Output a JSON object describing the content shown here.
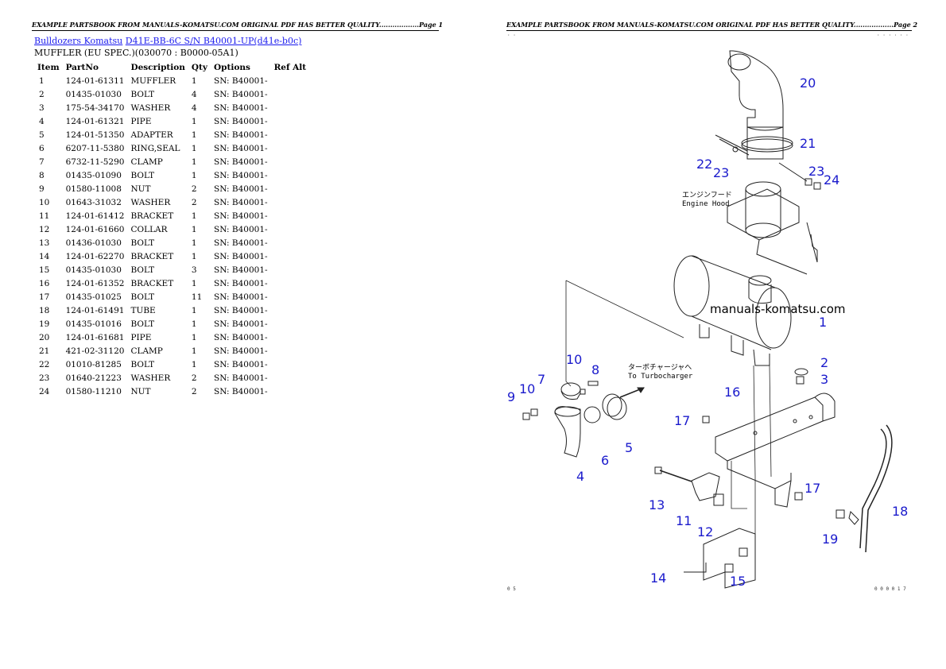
{
  "header": {
    "page1": "EXAMPLE PARTSBOOK FROM MANUALS-KOMATSU.COM ORIGINAL PDF HAS BETTER QUALITY..................Page 1",
    "page2": "EXAMPLE PARTSBOOK FROM MANUALS-KOMATSU.COM ORIGINAL PDF HAS BETTER QUALITY..................Page 2"
  },
  "breadcrumb": {
    "link1": "Bulldozers Komatsu",
    "link2": "D41E-BB-6C S/N B40001-UP(d41e-b0c)"
  },
  "subtitle": "MUFFLER (EU SPEC.)(030070 : B0000-05A1)",
  "table": {
    "columns": [
      "Item",
      "PartNo",
      "Description",
      "Qty",
      "Options",
      "Ref Alt"
    ],
    "rows": [
      [
        "1",
        "124-01-61311",
        "MUFFLER",
        "1",
        "SN: B40001-",
        ""
      ],
      [
        "2",
        "01435-01030",
        "BOLT",
        "4",
        "SN: B40001-",
        ""
      ],
      [
        "3",
        "175-54-34170",
        "WASHER",
        "4",
        "SN: B40001-",
        ""
      ],
      [
        "4",
        "124-01-61321",
        "PIPE",
        "1",
        "SN: B40001-",
        ""
      ],
      [
        "5",
        "124-01-51350",
        "ADAPTER",
        "1",
        "SN: B40001-",
        ""
      ],
      [
        "6",
        "6207-11-5380",
        "RING,SEAL",
        "1",
        "SN: B40001-",
        ""
      ],
      [
        "7",
        "6732-11-5290",
        "CLAMP",
        "1",
        "SN: B40001-",
        ""
      ],
      [
        "8",
        "01435-01090",
        "BOLT",
        "1",
        "SN: B40001-",
        ""
      ],
      [
        "9",
        "01580-11008",
        "NUT",
        "2",
        "SN: B40001-",
        ""
      ],
      [
        "10",
        "01643-31032",
        "WASHER",
        "2",
        "SN: B40001-",
        ""
      ],
      [
        "11",
        "124-01-61412",
        "BRACKET",
        "1",
        "SN: B40001-",
        ""
      ],
      [
        "12",
        "124-01-61660",
        "COLLAR",
        "1",
        "SN: B40001-",
        ""
      ],
      [
        "13",
        "01436-01030",
        "BOLT",
        "1",
        "SN: B40001-",
        ""
      ],
      [
        "14",
        "124-01-62270",
        "BRACKET",
        "1",
        "SN: B40001-",
        ""
      ],
      [
        "15",
        "01435-01030",
        "BOLT",
        "3",
        "SN: B40001-",
        ""
      ],
      [
        "16",
        "124-01-61352",
        "BRACKET",
        "1",
        "SN: B40001-",
        ""
      ],
      [
        "17",
        "01435-01025",
        "BOLT",
        "11",
        "SN: B40001-",
        ""
      ],
      [
        "18",
        "124-01-61491",
        "TUBE",
        "1",
        "SN: B40001-",
        ""
      ],
      [
        "19",
        "01435-01016",
        "BOLT",
        "1",
        "SN: B40001-",
        ""
      ],
      [
        "20",
        "124-01-61681",
        "PIPE",
        "1",
        "SN: B40001-",
        ""
      ],
      [
        "21",
        "421-02-31120",
        "CLAMP",
        "1",
        "SN: B40001-",
        ""
      ],
      [
        "22",
        "01010-81285",
        "BOLT",
        "1",
        "SN: B40001-",
        ""
      ],
      [
        "23",
        "01640-21223",
        "WASHER",
        "2",
        "SN: B40001-",
        ""
      ],
      [
        "24",
        "01580-11210",
        "NUT",
        "2",
        "SN: B40001-",
        ""
      ]
    ]
  },
  "diagram": {
    "watermark": "manuals-komatsu.com",
    "note_jp1": "エンジンフード",
    "note_en1": "Engine Hood",
    "note_jp2": "ターボチャージャへ",
    "note_en2": "To Turbocharger",
    "corner_tl": "· ·",
    "corner_tr": "· · · · · ·",
    "corner_bl": "0 5",
    "corner_br": "0 0 0 0 1 7",
    "label_color": "#1a1acc",
    "callouts": [
      "1",
      "2",
      "3",
      "4",
      "5",
      "6",
      "7",
      "8",
      "9",
      "10",
      "10",
      "11",
      "12",
      "13",
      "14",
      "15",
      "16",
      "17",
      "17",
      "18",
      "19",
      "20",
      "21",
      "22",
      "23",
      "23",
      "24"
    ]
  }
}
